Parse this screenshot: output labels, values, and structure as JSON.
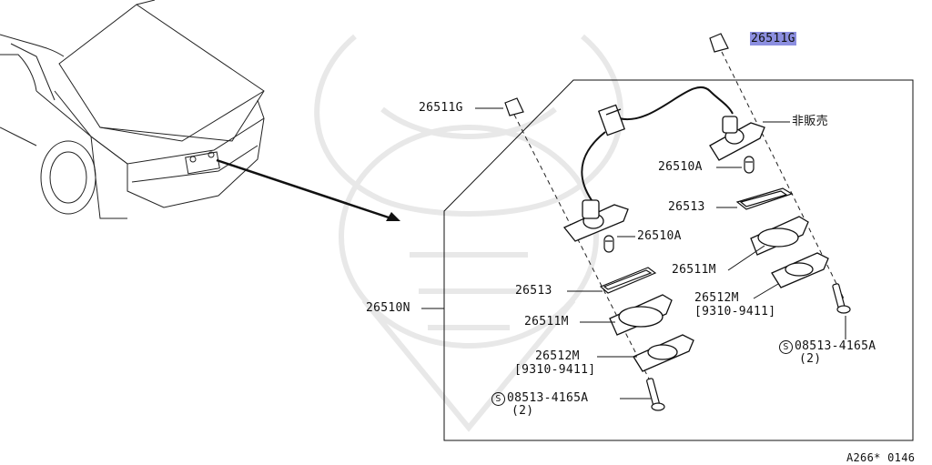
{
  "labels": {
    "part_26511g_top": "26511G",
    "part_26511g_left": "26511G",
    "not_for_sale": "非販売",
    "part_26510a_right": "26510A",
    "part_26513_right": "26513",
    "part_26510a_left": "26510A",
    "part_26511m_right": "26511M",
    "part_26512m_right": "26512M",
    "date_range_right": "[9310-9411]",
    "part_26513_left": "26513",
    "part_26510n": "26510N",
    "part_26511m_left": "26511M",
    "part_26512m_left": "26512M",
    "date_range_left": "[9310-9411]",
    "screw_right": "08513-4165A",
    "screw_right_qty": "(2)",
    "screw_left": "08513-4165A",
    "screw_left_qty": "(2)",
    "screw_symbol": "S",
    "diagram_code": "A266* 0146"
  },
  "colors": {
    "highlight": "#8c8fe0",
    "line": "#111111",
    "watermark": "#e6e6e6"
  },
  "icons": [
    "car-rear-outline",
    "license-lamp-assembly",
    "bulb",
    "gasket",
    "lens",
    "screw",
    "watermark-logo"
  ]
}
